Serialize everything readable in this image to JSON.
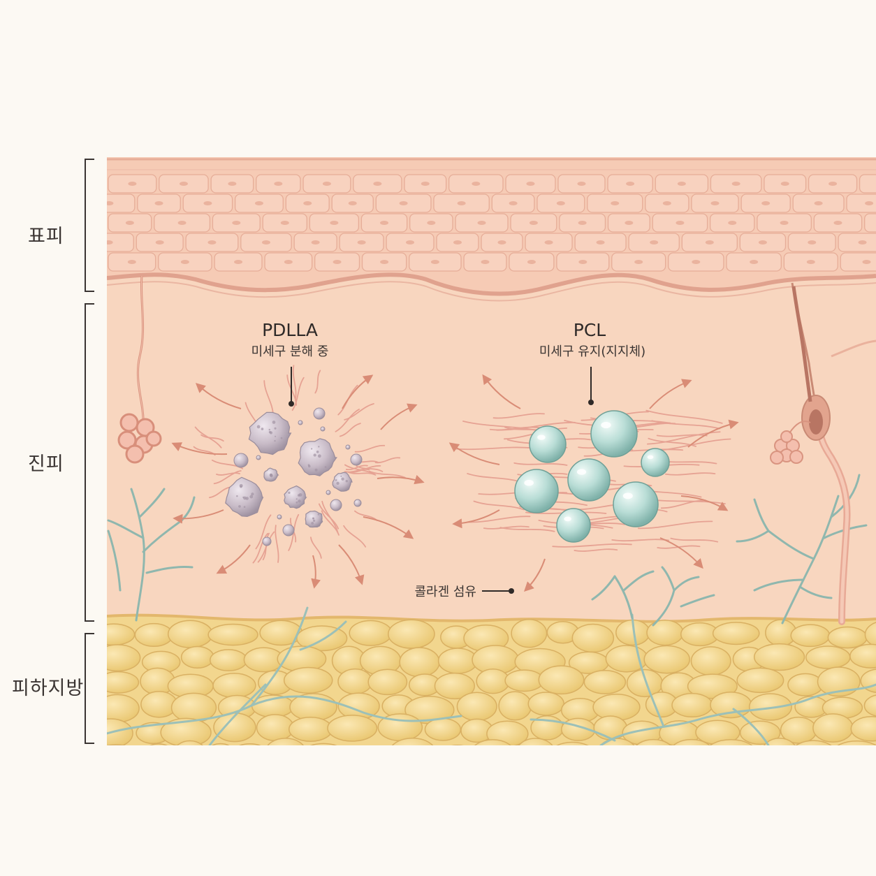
{
  "layers": {
    "epidermis": "표피",
    "dermis": "진피",
    "subcutaneous": "피하지방"
  },
  "pdlla": {
    "title": "PDLLA",
    "subtitle": "미세구 분해 중"
  },
  "pcl": {
    "title": "PCL",
    "subtitle": "미세구 유지(지지체)"
  },
  "collagen_label": "콜라겐 섬유",
  "colors": {
    "background": "#fcf9f3",
    "epidermis": "#f6cbb5",
    "dermis": "#f8d6bf",
    "fat": "#f2d68e",
    "vessel": "#9cc0b8",
    "collagen": "#e39a8c",
    "pdlla_sphere": "#c9bcc8",
    "pcl_sphere": "#b9ddd6",
    "arrow": "#d98c76",
    "bracket": "#3a3432"
  },
  "icons": [
    "pdlla-microsphere-icon",
    "pcl-microsphere-icon",
    "hair-follicle-icon",
    "sweat-gland-icon",
    "blood-vessel-icon"
  ]
}
